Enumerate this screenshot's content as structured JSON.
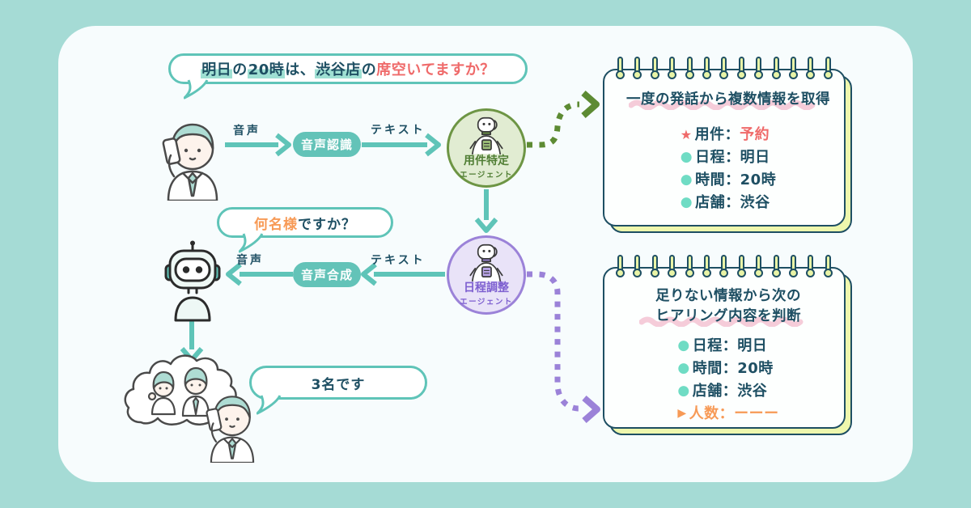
{
  "colors": {
    "background": "#a5dbd5",
    "card": "#f7fcfd",
    "teal_accent": "#5fc4b8",
    "navy_text": "#1e4f63",
    "red_text": "#ef6a6a",
    "orange_text": "#f79a56",
    "green_dotted_arrow": "#5d8b33",
    "purple_dotted_arrow": "#9b82d8",
    "agent_green_fill": "#e1ecd2",
    "agent_purple_fill": "#e9e3f8",
    "bullet_teal": "#6fdcc4",
    "highlight_teal": "#9fe0d3",
    "ring_fill": "#e9f4a6",
    "notebook_edge": "#eef7ad",
    "wave_pink": "#f5ccd9"
  },
  "caller_bubble": {
    "seg1": "明日",
    "seg2": "の",
    "seg3": "20時",
    "seg4": "は、",
    "seg5": "渋谷店",
    "seg6": "の",
    "seg7": "席空いてますか？"
  },
  "flow_top": {
    "voice_label": "音声",
    "asr_pill": "音声認識",
    "text_label": "テキスト"
  },
  "agent_top": {
    "name": "用件特定",
    "suffix": "エージェント"
  },
  "agent_bottom": {
    "name": "日程調整",
    "suffix": "エージェント"
  },
  "flow_mid": {
    "voice_label": "音声",
    "tts_pill": "音声合成",
    "text_label": "テキスト"
  },
  "ask_bubble": {
    "highlight": "何名様",
    "rest": "ですか？"
  },
  "answer_bubble": {
    "text": "3名です"
  },
  "notebook_top": {
    "title": "一度の発話から複数情報を取得",
    "items": [
      {
        "bullet": "★",
        "label": "用件：",
        "value": "予約"
      },
      {
        "bullet": "●",
        "label": "日程：",
        "value": "明日"
      },
      {
        "bullet": "●",
        "label": "時間：",
        "value": "20時"
      },
      {
        "bullet": "●",
        "label": "店舗：",
        "value": "渋谷"
      }
    ]
  },
  "notebook_bottom": {
    "title_line1": "足りない情報から次の",
    "title_line2": "ヒアリング内容を判断",
    "items": [
      {
        "bullet": "●",
        "label": "日程：",
        "value": "明日"
      },
      {
        "bullet": "●",
        "label": "時間：",
        "value": "20時"
      },
      {
        "bullet": "●",
        "label": "店舗：",
        "value": "渋谷"
      },
      {
        "bullet": "▶",
        "label": "人数：",
        "value": "ーーー"
      }
    ]
  }
}
